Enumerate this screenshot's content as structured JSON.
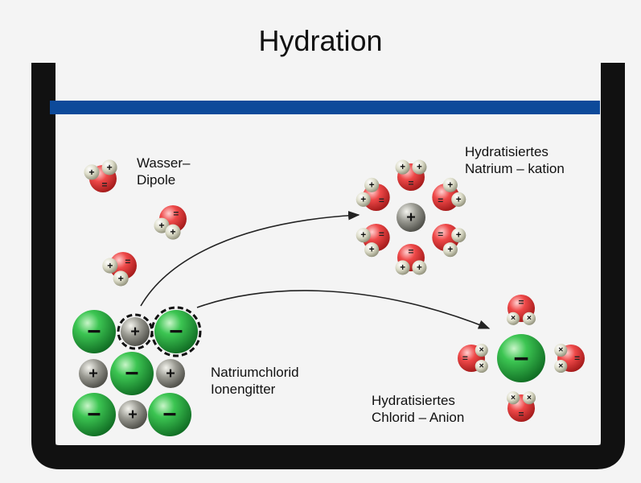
{
  "title": "Hydration",
  "labels": {
    "water_dipoles": [
      "Wasser–",
      "Dipole"
    ],
    "hydrated_cation": [
      "Hydratisiertes",
      "Natrium – kation"
    ],
    "lattice": [
      "Natriumchlorid",
      "Ionengitter"
    ],
    "hydrated_anion": [
      "Hydratisiertes",
      "Chlorid – Anion"
    ]
  },
  "symbols": {
    "plus": "+",
    "minus": "−",
    "partial_minus": "− −"
  },
  "colors": {
    "container": "#111111",
    "water_surface": "#0d4a9a",
    "chloride_ion": "#21a038",
    "sodium_ion": "#8a8a80",
    "oxygen": "#e03a3a",
    "hydrogen": "#d8d8c0"
  }
}
